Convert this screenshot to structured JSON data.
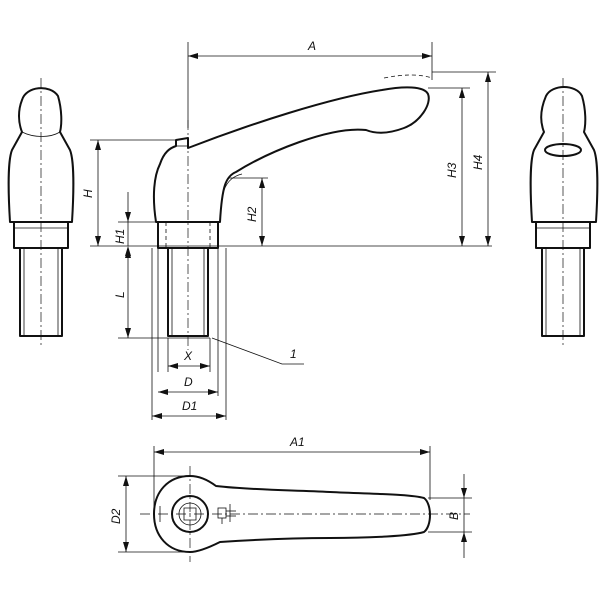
{
  "drawing": {
    "labels": {
      "A": "A",
      "H": "H",
      "H1": "H1",
      "H2": "H2",
      "H3": "H3",
      "H4": "H4",
      "L": "L",
      "X": "X",
      "D": "D",
      "D1": "D1",
      "A1": "A1",
      "D2": "D2",
      "B": "B",
      "callout_1": "1"
    }
  }
}
